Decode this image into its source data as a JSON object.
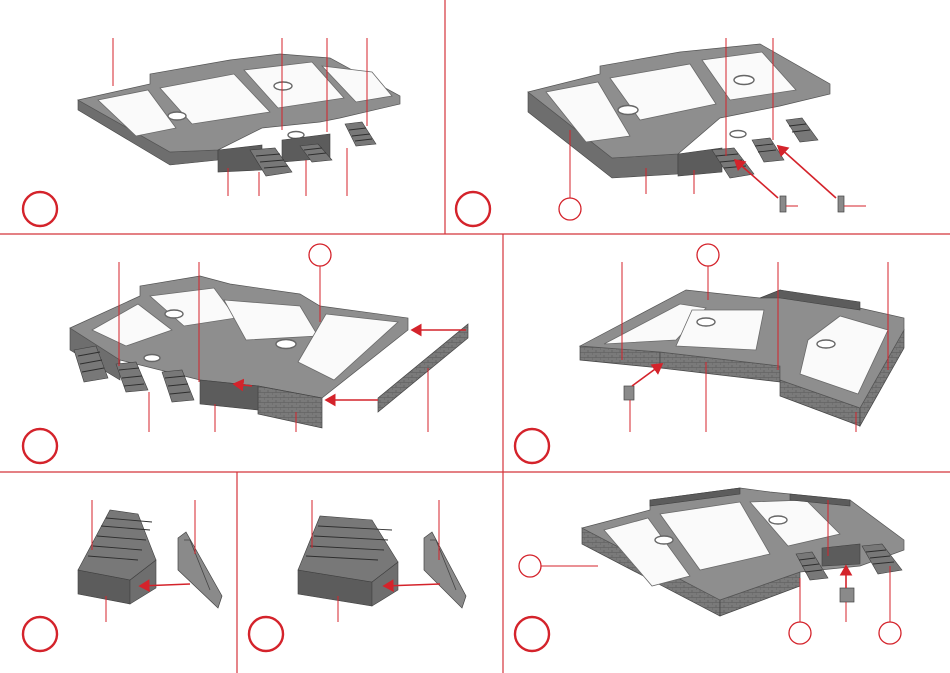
{
  "title": "",
  "colors": {
    "accent": "#d4232b",
    "frame": "#d4343b",
    "model_gray": "#8e8e8e"
  },
  "panels": [
    {
      "id": "panel-1",
      "description_visible": "",
      "step_number": ""
    },
    {
      "id": "panel-2",
      "description_visible": "",
      "step_number": ""
    },
    {
      "id": "panel-3",
      "description_visible": "",
      "step_number": ""
    },
    {
      "id": "panel-4",
      "description_visible": "",
      "step_number": ""
    },
    {
      "id": "panel-5",
      "description_visible": "",
      "step_number": ""
    },
    {
      "id": "panel-6",
      "description_visible": "",
      "step_number": ""
    },
    {
      "id": "panel-7",
      "description_visible": "",
      "step_number": ""
    }
  ]
}
